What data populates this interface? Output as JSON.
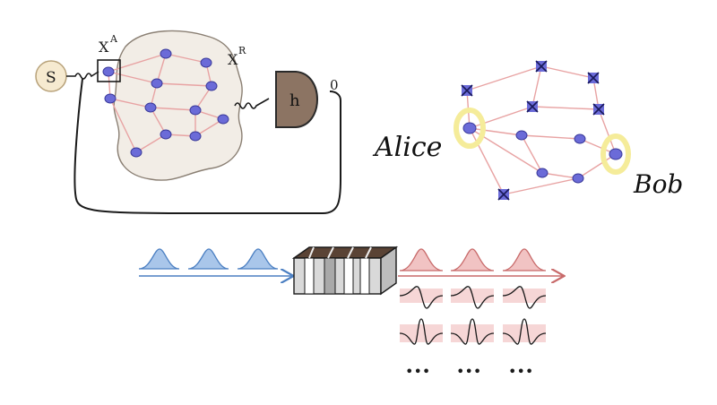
{
  "labels": {
    "source": "S",
    "xa": "X",
    "xa_sup": "A",
    "xr": "X",
    "xr_sup": "R",
    "h": "h",
    "output": "0",
    "alice": "Alice",
    "bob": "Bob",
    "dots": [
      "•••",
      "•••",
      "•••"
    ]
  },
  "colors": {
    "ink": "#1a1a1a",
    "node_fill": "#6b6bd8",
    "node_stroke": "#3a3a9a",
    "edge": "#e8a3a3",
    "blob_fill": "#f2ede6",
    "blob_stroke": "#8a7f73",
    "source_fill": "#f6ead0",
    "h_fill": "#8c7463",
    "highlight": "#f5ec9a",
    "blue_pulse": "#a9c6ea",
    "blue_stroke": "#4b7fc2",
    "pink_pulse": "#f1c3c3",
    "pink_stroke": "#c86a6a",
    "box_front": "#d9d9d9",
    "box_top": "#5a4335"
  },
  "icons": {
    "source": "circle-source-icon",
    "detector": "half-disc-detector-icon",
    "crossed_node": "crossed-node-icon",
    "optical_element": "optical-slab-icon"
  }
}
